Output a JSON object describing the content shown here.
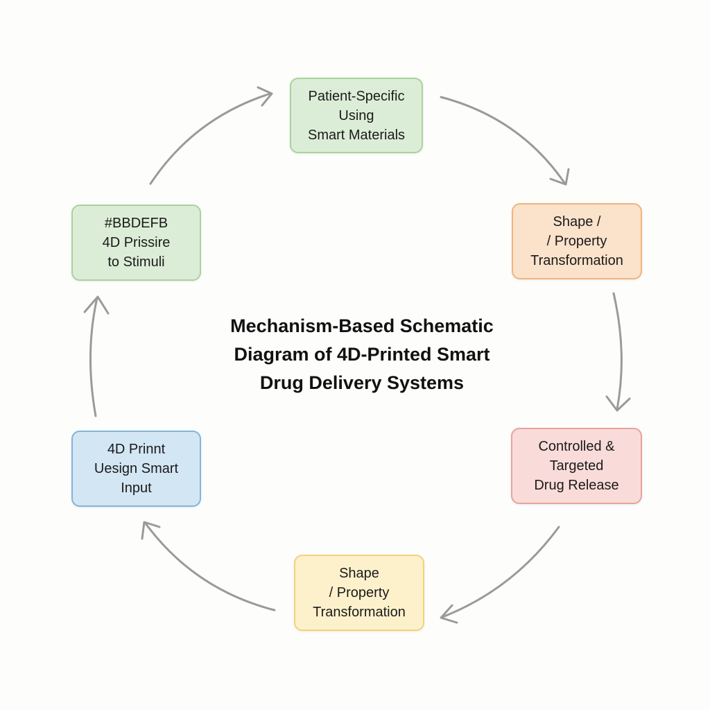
{
  "title": "Mechanism-Based Schematic\nDiagram of 4D-Printed Smart\n Drug Delivery Systems",
  "nodes": [
    {
      "id": "top",
      "label": "Patient-Specific\nUsing\nSmart Materials",
      "fill": "#dcedd7",
      "border": "#a7d39c"
    },
    {
      "id": "right-upper",
      "label": "Shape /\n/ Property\nTransformation",
      "fill": "#fbe2cb",
      "border": "#f1b47c"
    },
    {
      "id": "right-lower",
      "label": "Controlled &\nTargeted\nDrug Release",
      "fill": "#f9dcd9",
      "border": "#e9a29c"
    },
    {
      "id": "bottom",
      "label": "Shape\n/ Property\nTransformation",
      "fill": "#fdf1cc",
      "border": "#f3d17b"
    },
    {
      "id": "left-lower",
      "label": "4D Prinnt\nUesign Smart\nInput",
      "fill": "#d3e6f4",
      "border": "#82b5db"
    },
    {
      "id": "left-upper",
      "label": "#BBDEFB\n4D Prissire\nto Stimuli",
      "fill": "#dcedd7",
      "border": "#a7d39c"
    }
  ],
  "arrow_color": "#9a9a9a"
}
